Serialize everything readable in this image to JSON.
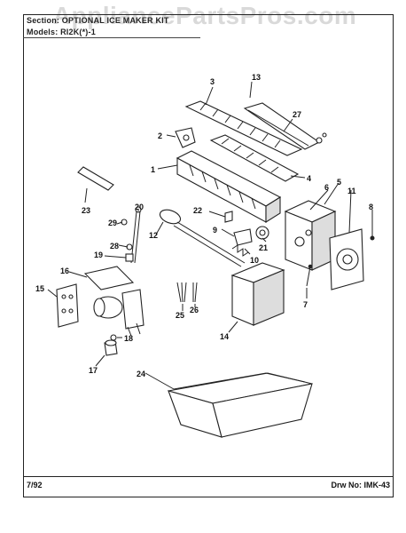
{
  "watermark": "AppliancePartsPros.com",
  "header": {
    "section": "Section: OPTIONAL ICE MAKER KIT",
    "models": "Models: RI2K(*)-1"
  },
  "footer": {
    "date": "7/92",
    "drawing": "Drw No: IMK-43"
  },
  "callouts": {
    "c1": "1",
    "c2": "2",
    "c3": "3",
    "c4": "4",
    "c5": "5",
    "c6": "6",
    "c7": "7",
    "c8": "8",
    "c9": "9",
    "c10": "10",
    "c11": "11",
    "c12": "12",
    "c13": "13",
    "c14": "14",
    "c15": "15",
    "c16": "16",
    "c17": "17",
    "c18": "18",
    "c19": "19",
    "c20": "20",
    "c21": "21",
    "c22": "22",
    "c23": "23",
    "c24": "24",
    "c25": "25",
    "c26": "26",
    "c27": "27",
    "c28": "28",
    "c29": "29"
  }
}
